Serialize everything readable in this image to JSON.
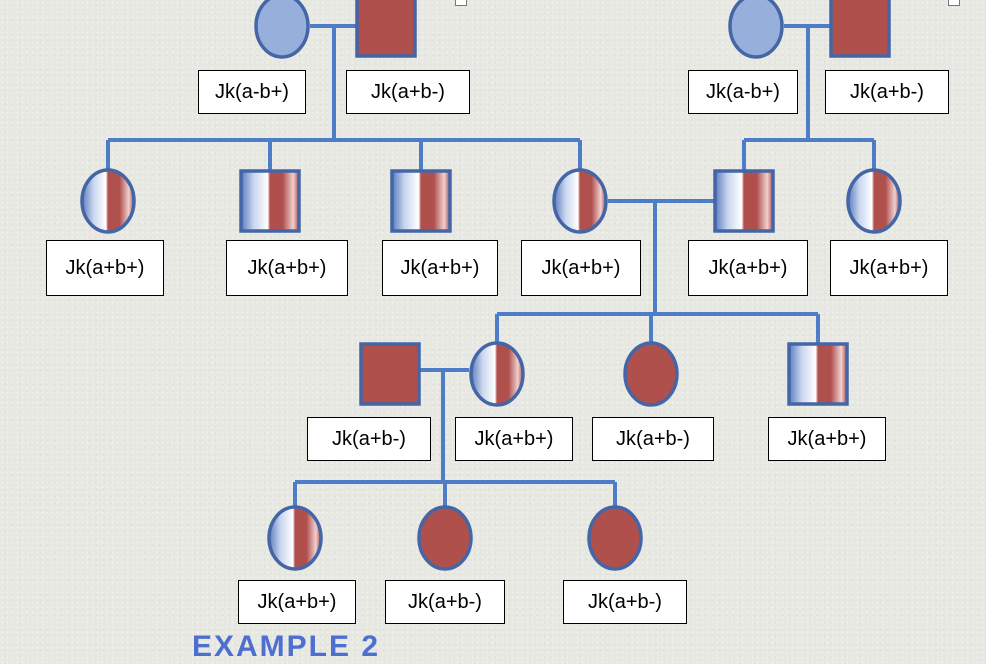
{
  "colors": {
    "line": "#4d7dc8",
    "stroke": "#4466a6",
    "affected": "#b0504d",
    "unaffected": "#97b0db",
    "carrier_light": "#e8eef8",
    "carrier_blue": "#5a7cbf"
  },
  "people": [
    {
      "id": "g1-f1",
      "label": "Jk(a-b+)",
      "sex": "female",
      "phenotype": "unaffected"
    },
    {
      "id": "g1-m1",
      "label": "Jk(a+b-)",
      "sex": "male",
      "phenotype": "affected"
    },
    {
      "id": "g1-f2",
      "label": "Jk(a-b+)",
      "sex": "female",
      "phenotype": "unaffected"
    },
    {
      "id": "g1-m2",
      "label": "Jk(a+b-)",
      "sex": "male",
      "phenotype": "affected"
    },
    {
      "id": "g2-c1",
      "label": "Jk(a+b+)",
      "sex": "female",
      "phenotype": "carrier"
    },
    {
      "id": "g2-c2",
      "label": "Jk(a+b+)",
      "sex": "male",
      "phenotype": "carrier"
    },
    {
      "id": "g2-c3",
      "label": "Jk(a+b+)",
      "sex": "male",
      "phenotype": "carrier"
    },
    {
      "id": "g2-c4",
      "label": "Jk(a+b+)",
      "sex": "female",
      "phenotype": "carrier"
    },
    {
      "id": "g2-c5",
      "label": "Jk(a+b+)",
      "sex": "male",
      "phenotype": "carrier"
    },
    {
      "id": "g2-c6",
      "label": "Jk(a+b+)",
      "sex": "female",
      "phenotype": "carrier"
    },
    {
      "id": "g3-sp",
      "label": "Jk(a+b-)",
      "sex": "male",
      "phenotype": "affected"
    },
    {
      "id": "g3-c1",
      "label": "Jk(a+b+)",
      "sex": "female",
      "phenotype": "carrier"
    },
    {
      "id": "g3-c2",
      "label": "Jk(a+b-)",
      "sex": "female",
      "phenotype": "affected"
    },
    {
      "id": "g3-c3",
      "label": "Jk(a+b+)",
      "sex": "male",
      "phenotype": "carrier"
    },
    {
      "id": "g4-c1",
      "label": "Jk(a+b+)",
      "sex": "female",
      "phenotype": "carrier"
    },
    {
      "id": "g4-c2",
      "label": "Jk(a+b-)",
      "sex": "female",
      "phenotype": "affected"
    },
    {
      "id": "g4-c3",
      "label": "Jk(a+b-)",
      "sex": "female",
      "phenotype": "affected"
    }
  ],
  "caption": "EXAMPLE 2"
}
